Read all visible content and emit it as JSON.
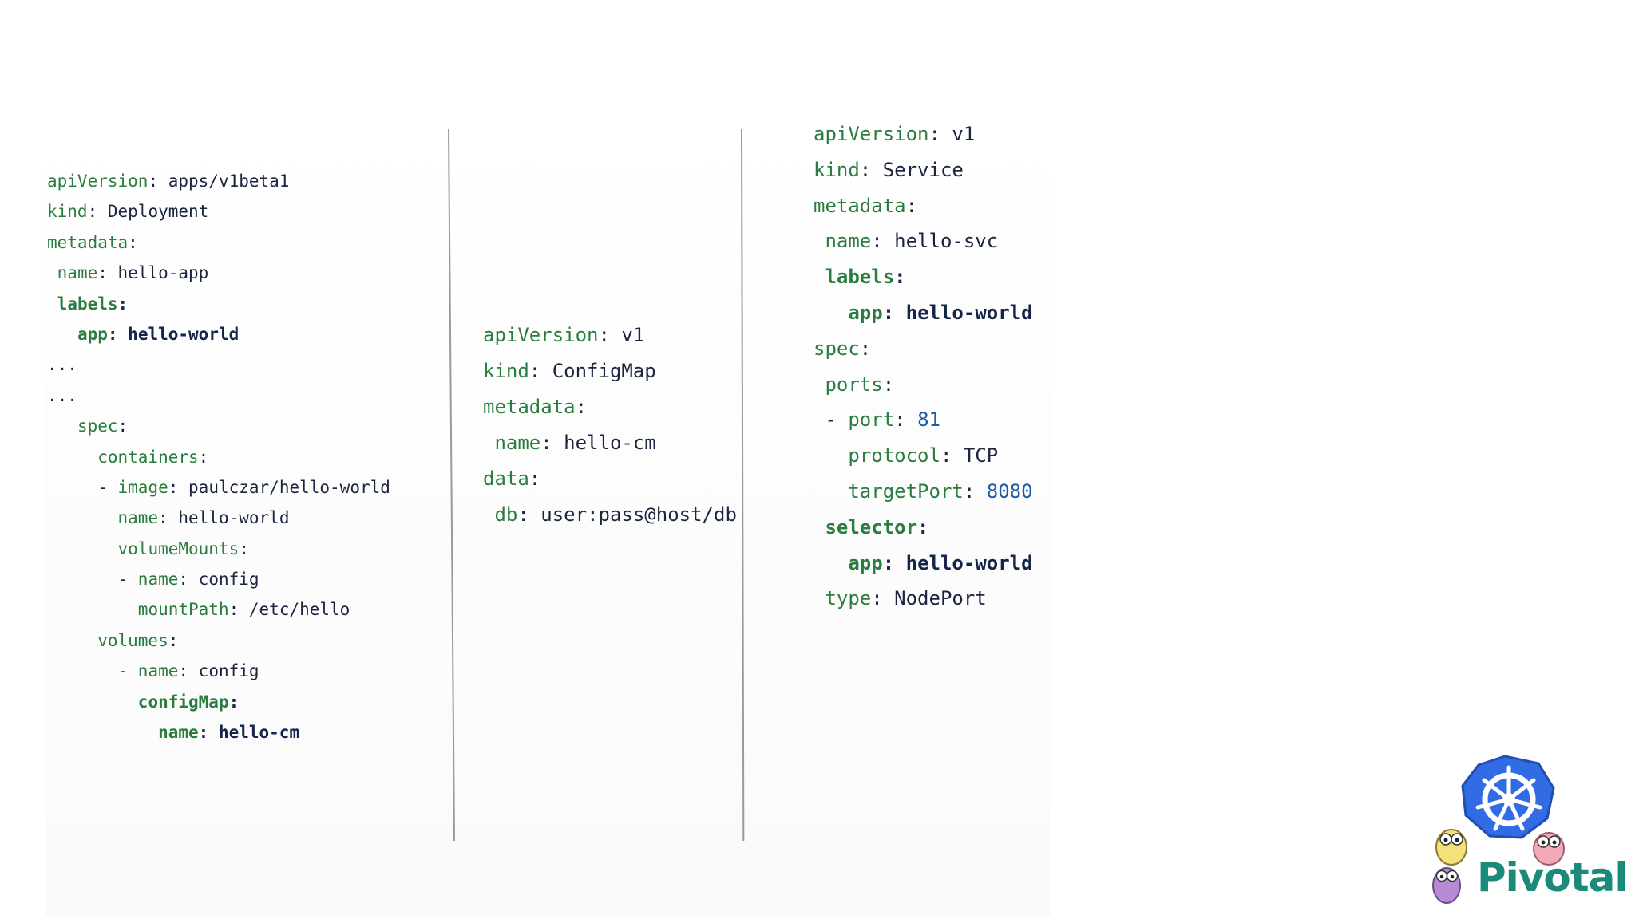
{
  "deployment": [
    {
      "indent": "",
      "key": "apiVersion",
      "value": "apps/v1beta1"
    },
    {
      "indent": "",
      "key": "kind",
      "value": "Deployment"
    },
    {
      "indent": "",
      "key": "metadata",
      "value": ""
    },
    {
      "indent": " ",
      "key": "name",
      "value": "hello-app"
    },
    {
      "indent": " ",
      "key": "labels",
      "value": "",
      "bold": true
    },
    {
      "indent": "   ",
      "key": "app",
      "value": "hello-world",
      "bold": true
    },
    {
      "indent": "",
      "plain": "..."
    },
    {
      "indent": "",
      "plain": "..."
    },
    {
      "indent": "   ",
      "key": "spec",
      "value": ""
    },
    {
      "indent": "     ",
      "key": "containers",
      "value": ""
    },
    {
      "indent": "     - ",
      "key": "image",
      "value": "paulczar/hello-world"
    },
    {
      "indent": "       ",
      "key": "name",
      "value": "hello-world"
    },
    {
      "indent": "       ",
      "key": "volumeMounts",
      "value": ""
    },
    {
      "indent": "       - ",
      "key": "name",
      "value": "config"
    },
    {
      "indent": "         ",
      "key": "mountPath",
      "value": "/etc/hello"
    },
    {
      "indent": "     ",
      "key": "volumes",
      "value": ""
    },
    {
      "indent": "       - ",
      "key": "name",
      "value": "config"
    },
    {
      "indent": "         ",
      "key": "configMap",
      "value": "",
      "bold": true
    },
    {
      "indent": "           ",
      "key": "name",
      "value": "hello-cm",
      "bold": true
    }
  ],
  "configmap": [
    {
      "indent": "",
      "key": "apiVersion",
      "value": "v1"
    },
    {
      "indent": "",
      "key": "kind",
      "value": "ConfigMap"
    },
    {
      "indent": "",
      "key": "metadata",
      "value": ""
    },
    {
      "indent": " ",
      "key": "name",
      "value": "hello-cm"
    },
    {
      "indent": "",
      "key": "data",
      "value": ""
    },
    {
      "indent": " ",
      "key": "db",
      "value": "user:pass@host/db"
    }
  ],
  "service": [
    {
      "indent": "",
      "key": "apiVersion",
      "value": "v1"
    },
    {
      "indent": "",
      "key": "kind",
      "value": "Service"
    },
    {
      "indent": "",
      "key": "metadata",
      "value": ""
    },
    {
      "indent": " ",
      "key": "name",
      "value": "hello-svc"
    },
    {
      "indent": " ",
      "key": "labels",
      "value": "",
      "bold": true
    },
    {
      "indent": "   ",
      "key": "app",
      "value": "hello-world",
      "bold": true
    },
    {
      "indent": "",
      "key": "spec",
      "value": ""
    },
    {
      "indent": " ",
      "key": "ports",
      "value": ""
    },
    {
      "indent": " - ",
      "key": "port",
      "value": "81",
      "numeric": true
    },
    {
      "indent": "   ",
      "key": "protocol",
      "value": "TCP"
    },
    {
      "indent": "   ",
      "key": "targetPort",
      "value": "8080",
      "numeric": true
    },
    {
      "indent": " ",
      "key": "selector",
      "value": "",
      "bold": true
    },
    {
      "indent": "   ",
      "key": "app",
      "value": "hello-world",
      "bold": true
    },
    {
      "indent": " ",
      "key": "type",
      "value": "NodePort"
    }
  ],
  "logo": {
    "brand_text": "Pivotal",
    "kubernetes_icon": "kubernetes-helm-wheel-icon",
    "gopher_icon": "gopher-mascot-icon",
    "kubernetes_color": "#326ce5",
    "brand_color": "#1a8a7a"
  }
}
